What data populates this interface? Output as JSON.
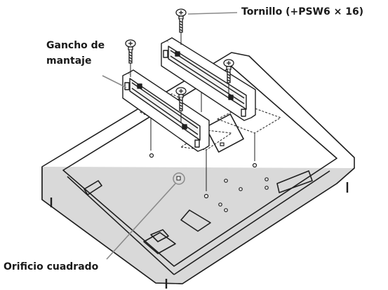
{
  "labels": {
    "screw": "Tornillo (+PSW6 × 16)",
    "hook_line1": "Gancho de",
    "hook_line2": "mantaje",
    "square_hole": "Orificio cuadrado"
  },
  "colors": {
    "line": "#1f1f1f",
    "panel_fill": "#ffffff",
    "shade_fill": "#d9d9d9",
    "callout": "#8a8a8a"
  },
  "icons": {
    "screw": "screw-icon",
    "bracket": "mounting-hook-bracket",
    "hole": "square-hole-marker"
  }
}
